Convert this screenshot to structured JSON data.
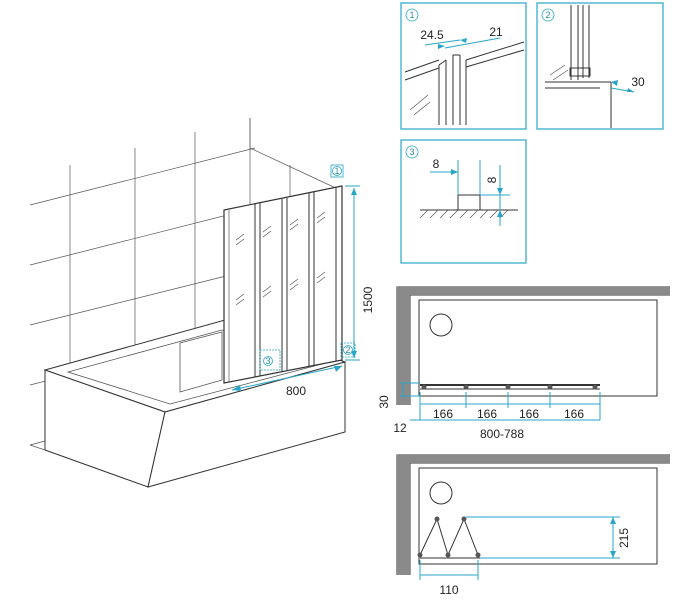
{
  "detail_labels": {
    "d1": "1",
    "d2": "2",
    "d3": "3"
  },
  "main_view": {
    "height_label": "1500",
    "width_label": "800",
    "callout_1": "1",
    "callout_2": "2",
    "callout_3": "3"
  },
  "detail1": {
    "dim_a": "24.5",
    "dim_b": "21"
  },
  "detail2": {
    "dim": "30"
  },
  "detail3": {
    "dim_h": "8",
    "dim_v": "8"
  },
  "plan_open": {
    "panels": [
      "166",
      "166",
      "166",
      "166"
    ],
    "total": "800-788",
    "wall_offset": "30",
    "edge": "12"
  },
  "plan_folded": {
    "depth": "215",
    "width": "110"
  },
  "colors": {
    "accent": "#27a6c9",
    "line": "#333333"
  }
}
